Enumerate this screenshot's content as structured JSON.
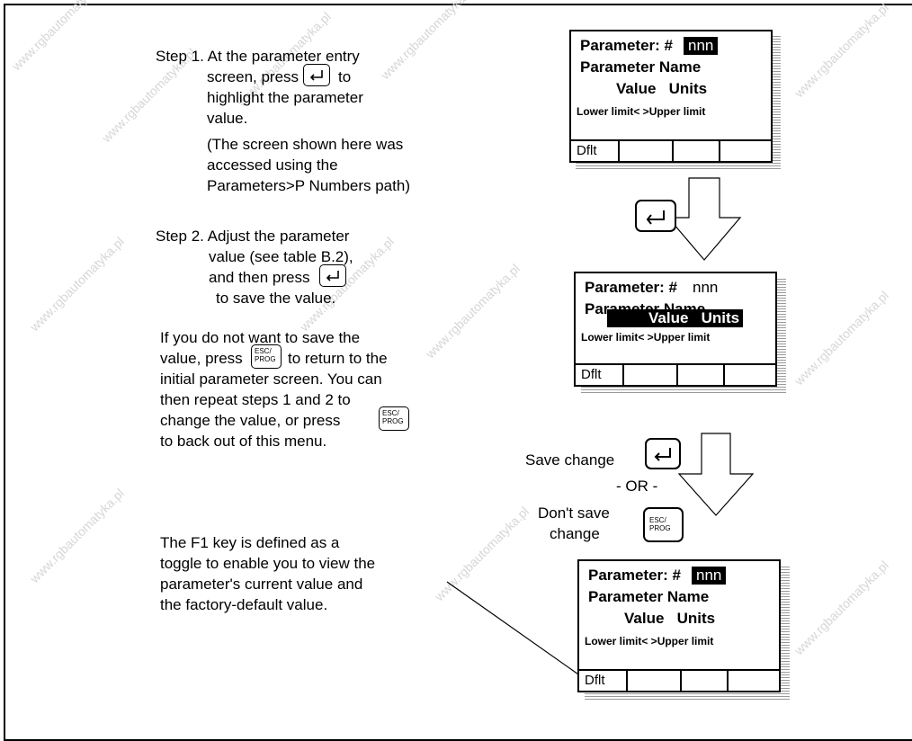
{
  "steps": {
    "step1_line1": "Step 1. At the parameter entry",
    "step1_line2": "screen, press",
    "step1_line2b": "to",
    "step1_line3": "highlight the parameter",
    "step1_line4": "value.",
    "note_line1": "(The screen shown here was",
    "note_line2": "accessed using the",
    "note_line3": "Parameters>P Numbers path)",
    "step2_line1": "Step 2. Adjust the parameter",
    "step2_line2": "value (see table B.2),",
    "step2_line3": "and then press",
    "step2_line4": "to save the value.",
    "nosave_line1": "If you do not want to save the",
    "nosave_line2a": "value, press",
    "nosave_line2b": "to return to the",
    "nosave_line3": "initial parameter screen.  You can",
    "nosave_line4": "then repeat steps 1 and 2 to",
    "nosave_line5a": "change the value, or press",
    "nosave_line6": "to back out of this menu.",
    "f1_line1": "The F1 key is defined as a",
    "f1_line2": "toggle to enable you to view the",
    "f1_line3": "parameter's current value and",
    "f1_line4": "the factory-default value."
  },
  "keys": {
    "esc_line1": "ESC/",
    "esc_line2": "PROG"
  },
  "flow": {
    "save_change": "Save change",
    "or": "- OR -",
    "dont_save_1": "Don't save",
    "dont_save_2": "change"
  },
  "lcd": {
    "param_label": "Parameter: #",
    "param_number": "nnn",
    "param_name": "Parameter Name",
    "value_units": "Value   Units",
    "limits": "Lower limit< >Upper limit",
    "f1_label": "Dflt"
  },
  "watermark": "www.rgbautomatyka.pl"
}
